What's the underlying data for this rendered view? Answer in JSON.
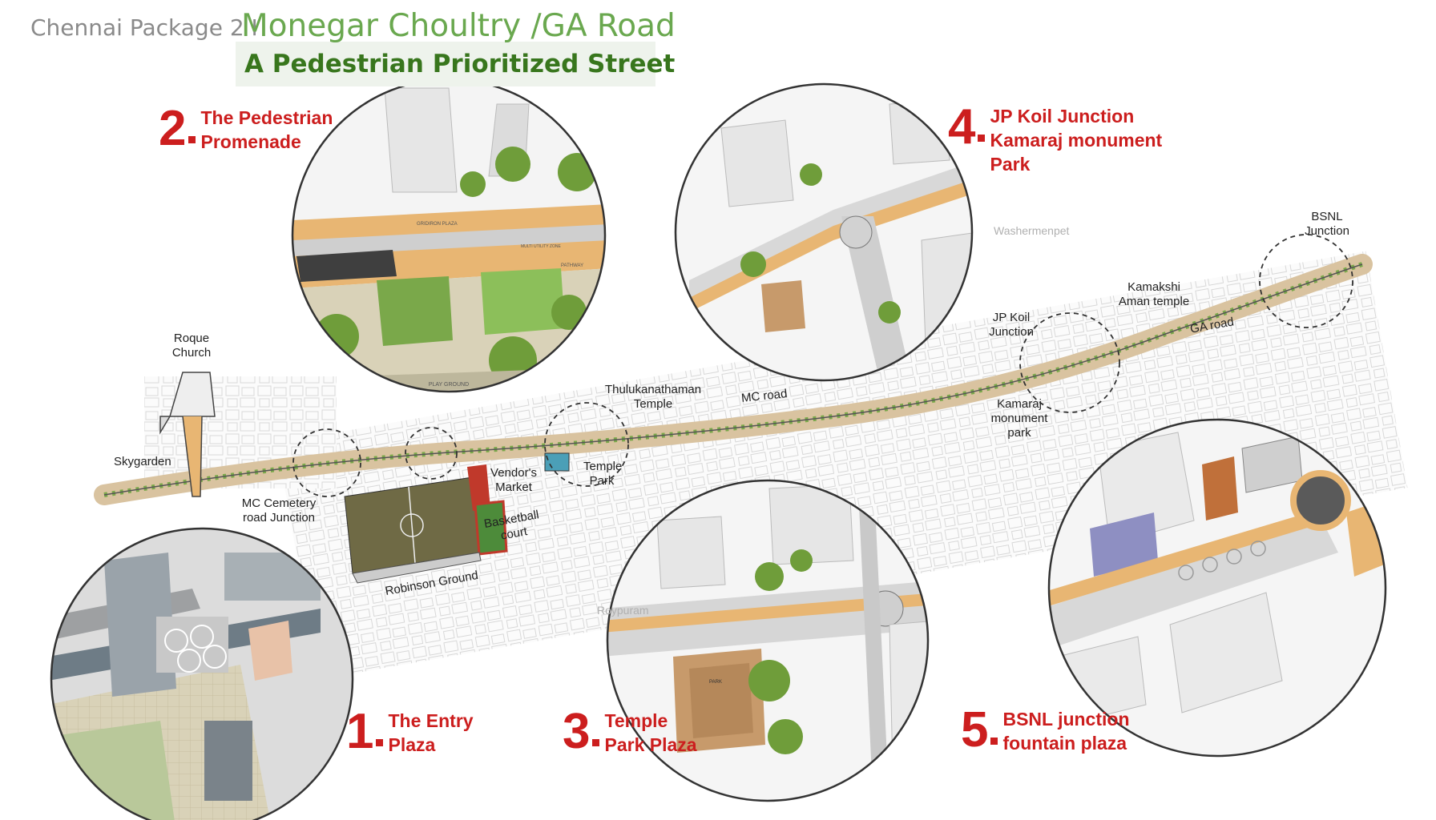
{
  "header": {
    "package": "Chennai Package 2 I",
    "title": "Monegar Choultry /GA Road",
    "subtitle": "A Pedestrian Prioritized Street"
  },
  "callouts": [
    {
      "number": "1",
      "line1": "The Entry",
      "line2": "Plaza",
      "line3": ""
    },
    {
      "number": "2",
      "line1": "The Pedestrian",
      "line2": "Promenade",
      "line3": ""
    },
    {
      "number": "3",
      "line1": "Temple",
      "line2": "Park Plaza",
      "line3": ""
    },
    {
      "number": "4",
      "line1": "JP Koil Junction",
      "line2": "Kamaraj monument",
      "line3": "Park"
    },
    {
      "number": "5",
      "line1": "BSNL junction",
      "line2": "fountain plaza",
      "line3": ""
    }
  ],
  "map_labels": {
    "roque_church": "Roque Church",
    "skygarden": "Skygarden",
    "mc_cemetery": "MC Cemetery road Junction",
    "vendors_market": "Vendor's Market",
    "temple_park": "Temple Park",
    "thulukanathaman": "Thulukanathaman Temple",
    "mc_road": "MC road",
    "basketball": "Basketball court",
    "robinson": "Robinson Ground",
    "jp_koil": "JP Koil Junction",
    "kamaraj": "Kamaraj monument park",
    "kamakshi": "Kamakshi Aman temple",
    "ga_road": "GA road",
    "bsnl": "BSNL Junction",
    "washermenpet": "Washermenpet",
    "roypuram": "Roypuram"
  },
  "detail_labels": {
    "play_ground": "PLAY GROUND",
    "pathway": "PATHWAY",
    "gridiron_plaza": "GRIDIRON PLAZA",
    "multi_utility_zone": "MULTI UTILITY ZONE",
    "park": "PARK"
  },
  "colors": {
    "accent_red": "#cc1e1e",
    "title_green": "#6aa84f",
    "subtitle_green": "#38761d",
    "path_tan": "#e8b673",
    "tree_green": "#7aa84a",
    "field_olive": "#6f6a45",
    "track_red": "#c0392b"
  }
}
